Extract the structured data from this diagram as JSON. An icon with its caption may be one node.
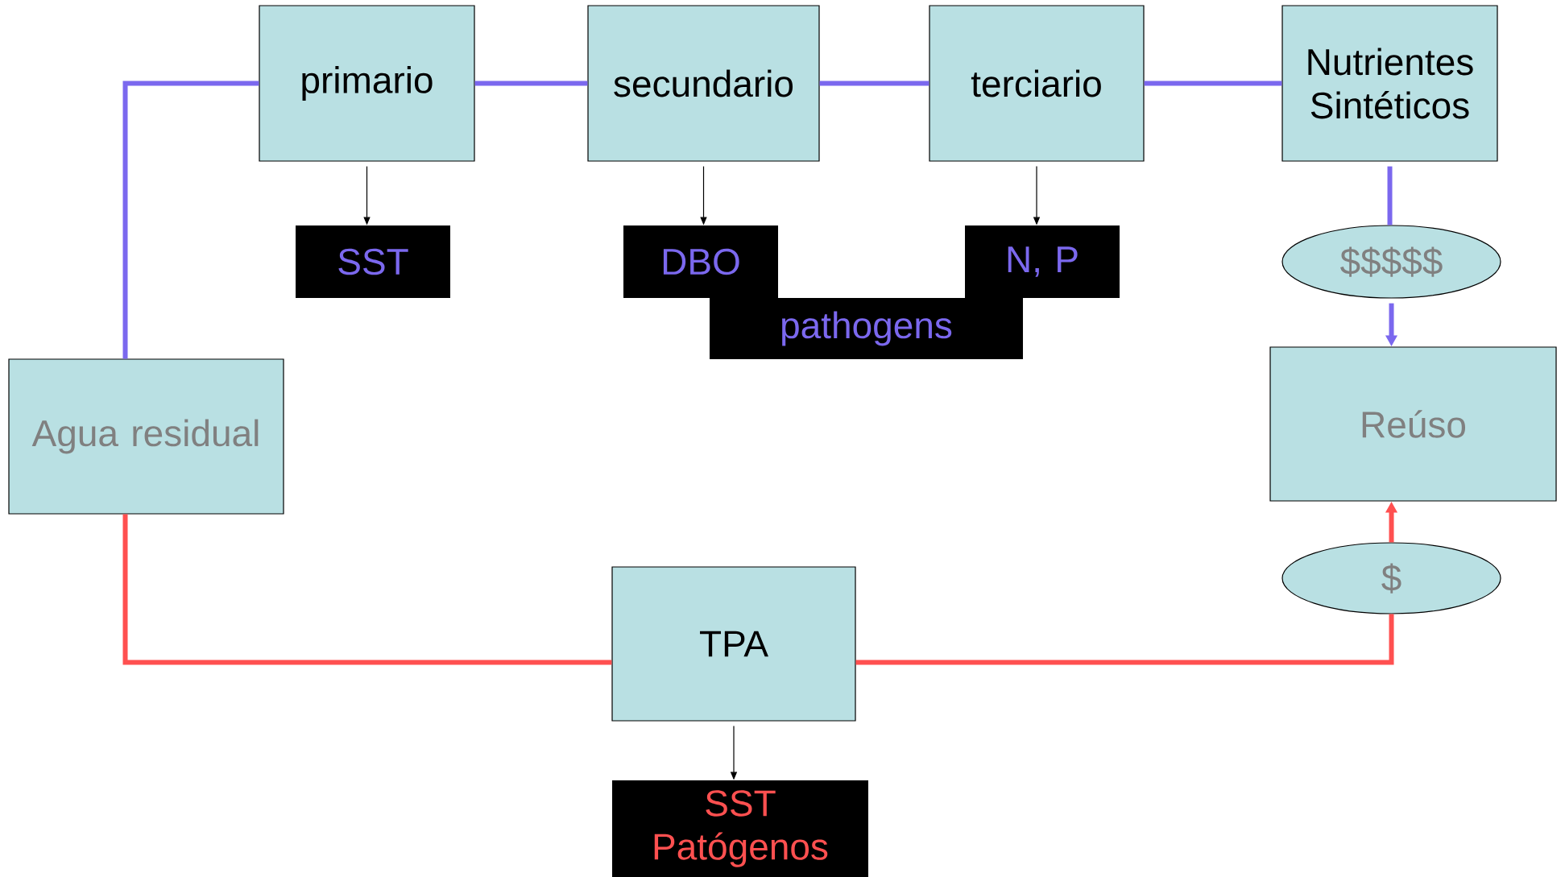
{
  "diagram": {
    "nodes": [
      {
        "text": [
          "Agua residual"
        ]
      },
      {
        "text": [
          "primario"
        ]
      },
      {
        "text": [
          "secundario"
        ]
      },
      {
        "text": [
          "terciario"
        ]
      },
      {
        "text": [
          "Nutrientes Sintéticos"
        ]
      },
      {
        "text": [
          "SST"
        ]
      },
      {
        "text": [
          "DBO"
        ]
      },
      {
        "text": [
          "N, P"
        ]
      },
      {
        "text": [
          "pathogens"
        ]
      },
      {
        "text": [
          "$$$$$"
        ]
      },
      {
        "text": [
          "Reúso"
        ]
      },
      {
        "text": [
          "$"
        ]
      },
      {
        "text": [
          "TPA"
        ]
      },
      {
        "text": [
          "SST Patógenos"
        ]
      }
    ],
    "edges": [
      {
        "from": 0,
        "to": 1,
        "arrow": "none",
        "color": "#7b68ee"
      },
      {
        "from": 1,
        "to": 2,
        "arrow": "none",
        "color": "#7b68ee"
      },
      {
        "from": 2,
        "to": 3,
        "arrow": "none",
        "color": "#7b68ee"
      },
      {
        "from": 3,
        "to": 4,
        "arrow": "none",
        "color": "#7b68ee"
      },
      {
        "from": 4,
        "to": 9,
        "arrow": "none",
        "color": "#7b68ee"
      },
      {
        "from": 9,
        "to": 10,
        "arrow": "to",
        "color": "#7b68ee"
      },
      {
        "from": 1,
        "to": 5,
        "arrow": "to",
        "color": "#000000"
      },
      {
        "from": 2,
        "to": 6,
        "arrow": "to",
        "color": "#000000"
      },
      {
        "from": 3,
        "to": 7,
        "arrow": "to",
        "color": "#000000"
      },
      {
        "from": 12,
        "to": 13,
        "arrow": "to",
        "color": "#000000"
      },
      {
        "from": 0,
        "to": 12,
        "arrow": "none",
        "color": "#ff5050"
      },
      {
        "from": 12,
        "to": 11,
        "arrow": "none",
        "color": "#ff5050"
      },
      {
        "from": 11,
        "to": 10,
        "arrow": "to",
        "color": "#ff5050"
      }
    ]
  }
}
